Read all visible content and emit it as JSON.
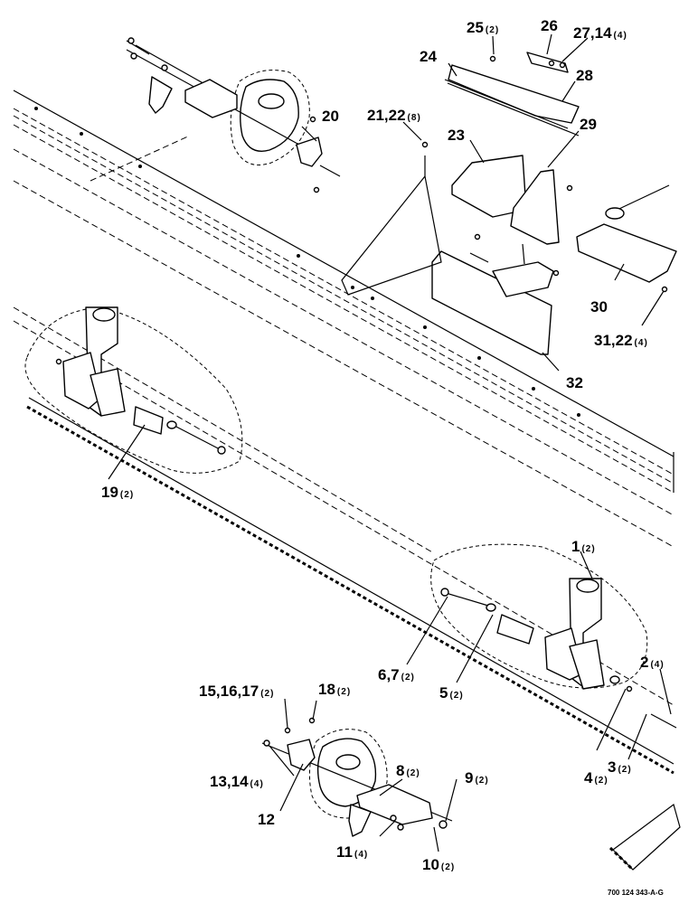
{
  "callouts": [
    {
      "num": "1",
      "qty": "(2)"
    },
    {
      "num": "2",
      "qty": "(4)"
    },
    {
      "num": "3",
      "qty": "(2)"
    },
    {
      "num": "4",
      "qty": "(2)"
    },
    {
      "num": "5",
      "qty": "(2)"
    },
    {
      "num": "6,7",
      "qty": "(2)"
    },
    {
      "num": "8",
      "qty": "(2)"
    },
    {
      "num": "9",
      "qty": "(2)"
    },
    {
      "num": "10",
      "qty": "(2)"
    },
    {
      "num": "11",
      "qty": "(4)"
    },
    {
      "num": "12",
      "qty": ""
    },
    {
      "num": "13,14",
      "qty": "(4)"
    },
    {
      "num": "15,16,17",
      "qty": "(2)"
    },
    {
      "num": "18",
      "qty": "(2)"
    },
    {
      "num": "19",
      "qty": "(2)"
    },
    {
      "num": "20",
      "qty": ""
    },
    {
      "num": "21,22",
      "qty": "(8)"
    },
    {
      "num": "23",
      "qty": ""
    },
    {
      "num": "24",
      "qty": ""
    },
    {
      "num": "25",
      "qty": "(2)"
    },
    {
      "num": "26",
      "qty": ""
    },
    {
      "num": "27,14",
      "qty": "(4)"
    },
    {
      "num": "28",
      "qty": ""
    },
    {
      "num": "29",
      "qty": ""
    },
    {
      "num": "30",
      "qty": ""
    },
    {
      "num": "31,22",
      "qty": "(4)"
    },
    {
      "num": "32",
      "qty": ""
    }
  ],
  "drawing_code": "700 124 343-A-G"
}
